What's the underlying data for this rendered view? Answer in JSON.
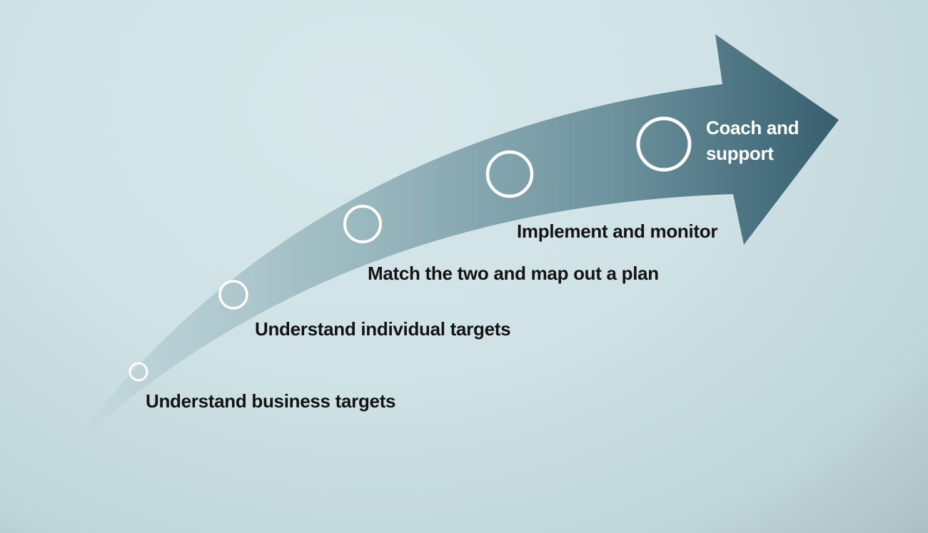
{
  "diagram": {
    "steps": [
      {
        "label": "Understand business targets"
      },
      {
        "label": "Understand individual targets"
      },
      {
        "label": "Match the two and map out a plan"
      },
      {
        "label": "Implement and monitor"
      },
      {
        "label": "Coach and support"
      }
    ],
    "colors": {
      "arrow_start": "#c3d8dc",
      "arrow_end": "#3a6575",
      "marker_stroke": "#ffffff",
      "text_dark": "#141414",
      "text_light": "#ffffff"
    }
  }
}
